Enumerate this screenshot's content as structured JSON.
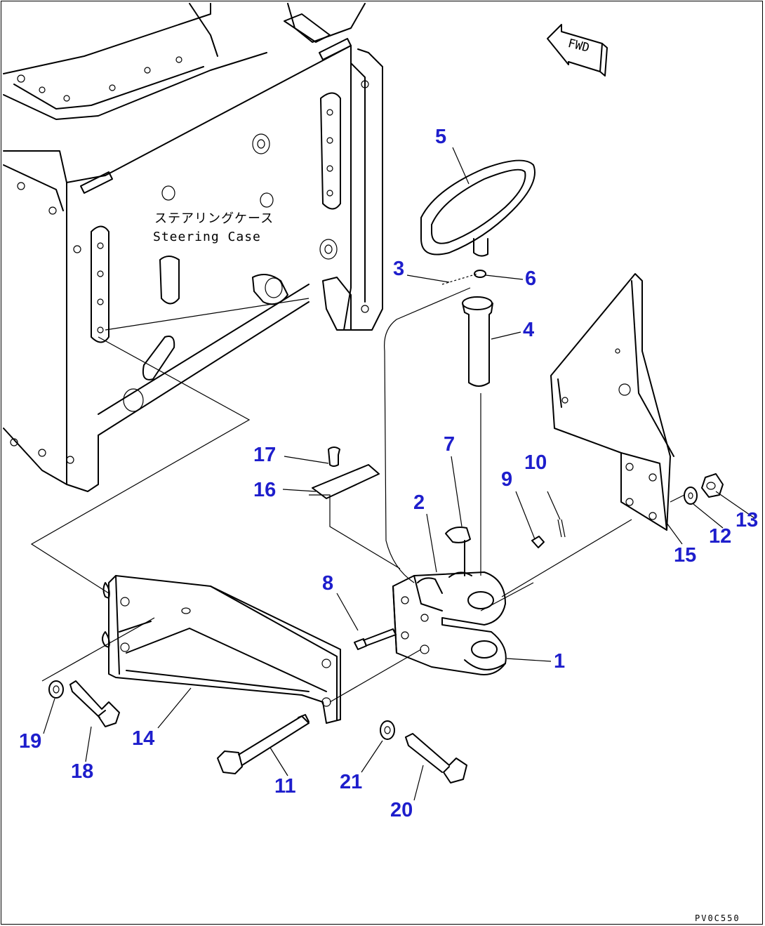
{
  "diagram": {
    "case_label_jp": "ステアリングケース",
    "case_label_en": "Steering Case",
    "fwd_label": "FWD",
    "drawing_code": "PV0C550",
    "callout_color": "#1e1ecc",
    "callouts": [
      {
        "id": "1",
        "label": "1"
      },
      {
        "id": "2",
        "label": "2"
      },
      {
        "id": "3",
        "label": "3"
      },
      {
        "id": "4",
        "label": "4"
      },
      {
        "id": "5",
        "label": "5"
      },
      {
        "id": "6",
        "label": "6"
      },
      {
        "id": "7",
        "label": "7"
      },
      {
        "id": "8",
        "label": "8"
      },
      {
        "id": "9",
        "label": "9"
      },
      {
        "id": "10",
        "label": "10"
      },
      {
        "id": "11",
        "label": "11"
      },
      {
        "id": "12",
        "label": "12"
      },
      {
        "id": "13",
        "label": "13"
      },
      {
        "id": "14",
        "label": "14"
      },
      {
        "id": "15",
        "label": "15"
      },
      {
        "id": "16",
        "label": "16"
      },
      {
        "id": "17",
        "label": "17"
      },
      {
        "id": "18",
        "label": "18"
      },
      {
        "id": "19",
        "label": "19"
      },
      {
        "id": "20",
        "label": "20"
      },
      {
        "id": "21",
        "label": "21"
      }
    ]
  }
}
